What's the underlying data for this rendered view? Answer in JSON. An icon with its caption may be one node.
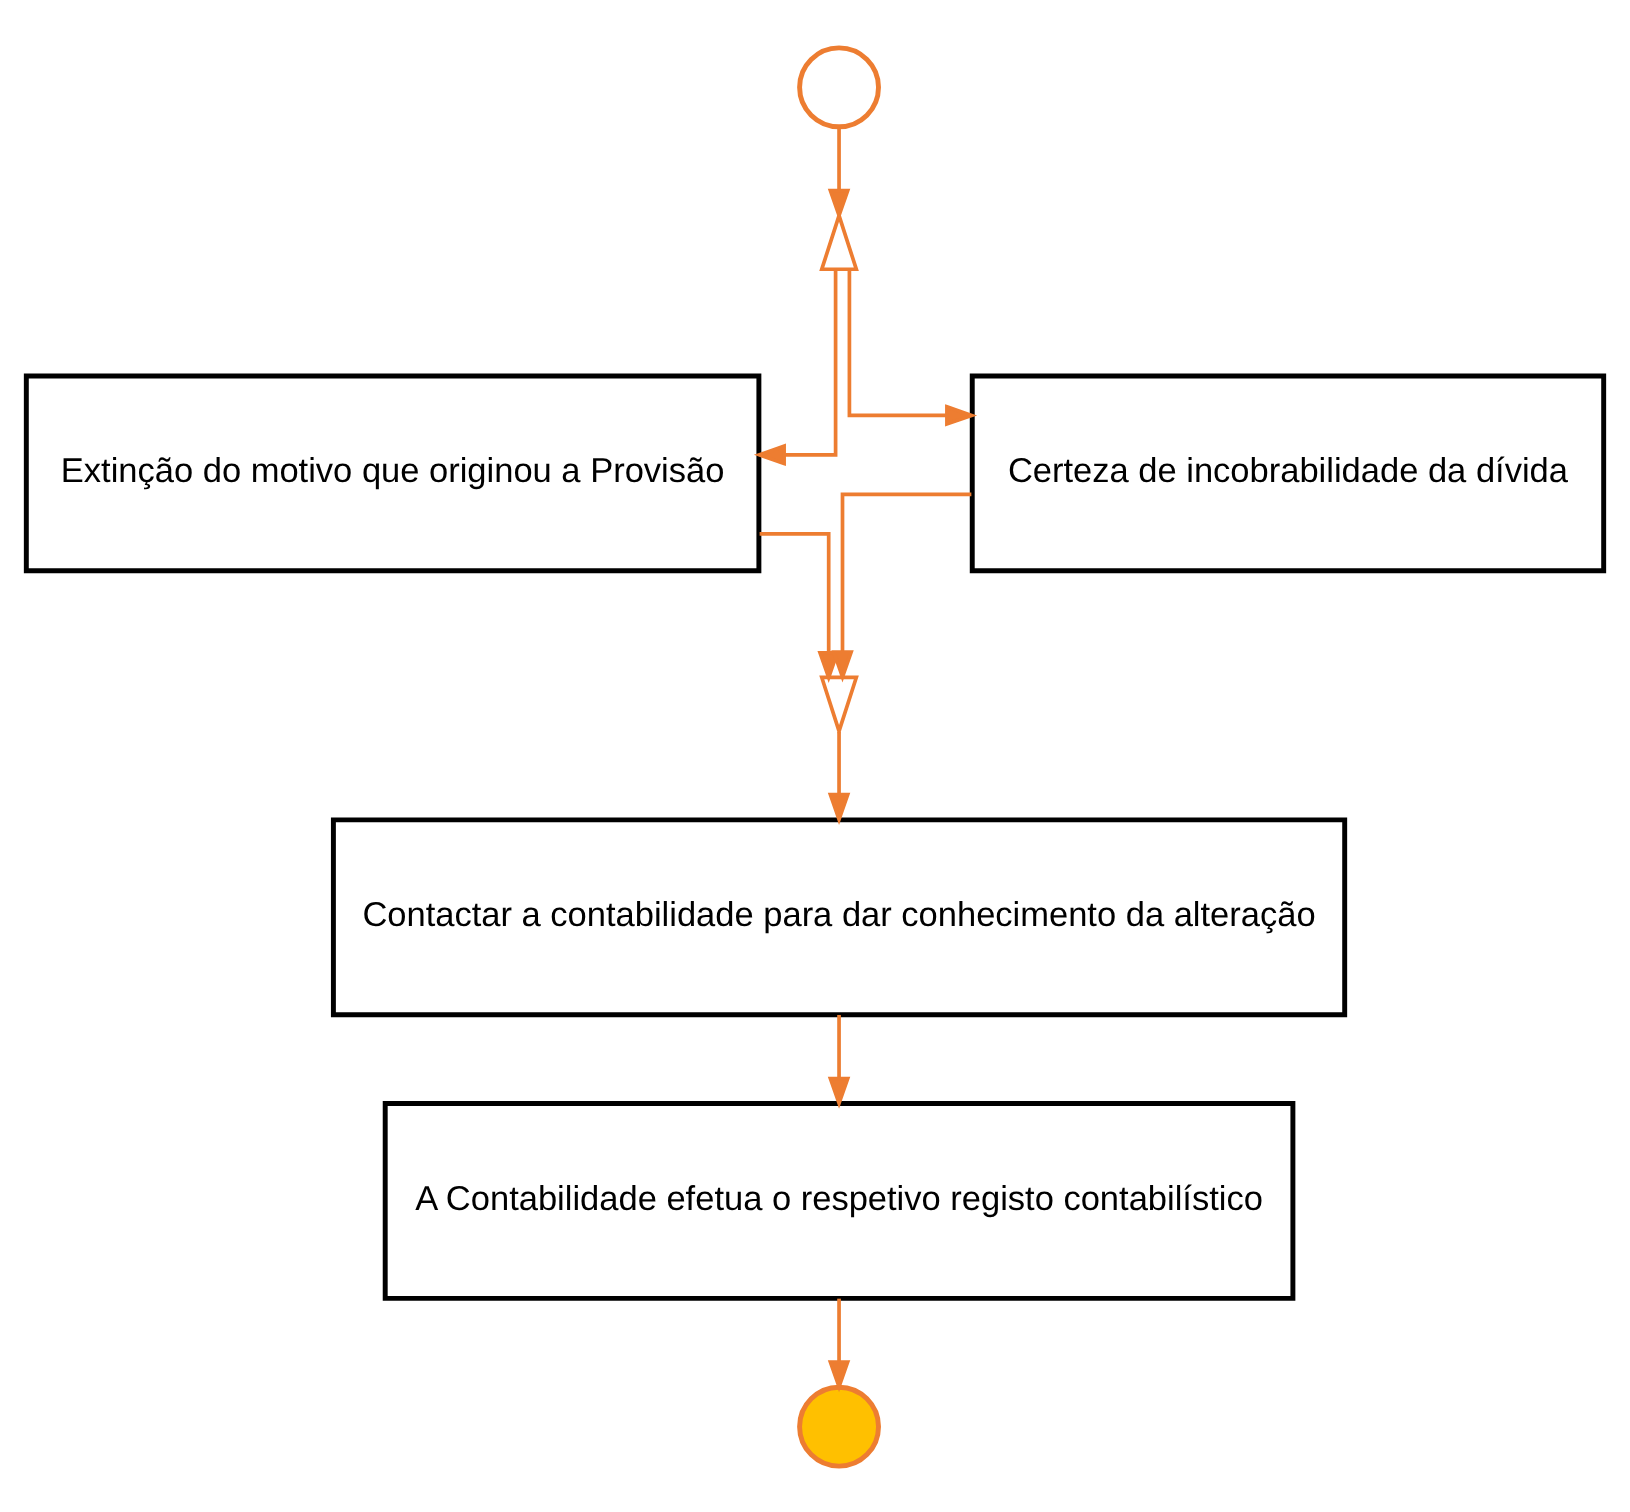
{
  "diagram": {
    "nodes": [
      {
        "text": [],
        "shape": "circle"
      },
      {
        "text": [],
        "shape": "triangle"
      },
      {
        "text": [
          "Extinção do motivo que originou a Provisão"
        ]
      },
      {
        "text": [
          "Certeza de incobrabilidade da dívida"
        ]
      },
      {
        "text": [],
        "shape": "triangle"
      },
      {
        "text": [
          "Contactar a contabilidade para dar conhecimento da alteração"
        ]
      },
      {
        "text": [
          "A Contabilidade efetua o respetivo registo contabilístico"
        ]
      },
      {
        "text": [],
        "shape": "circle"
      }
    ],
    "edges": [
      {
        "from": 0,
        "to": 1,
        "arrow": "to"
      },
      {
        "from": 1,
        "to": 2,
        "arrow": "to"
      },
      {
        "from": 1,
        "to": 3,
        "arrow": "to"
      },
      {
        "from": 2,
        "to": 4,
        "arrow": "to"
      },
      {
        "from": 3,
        "to": 4,
        "arrow": "to"
      },
      {
        "from": 4,
        "to": 5,
        "arrow": "to"
      },
      {
        "from": 5,
        "to": 6,
        "arrow": "to"
      },
      {
        "from": 6,
        "to": 7,
        "arrow": "to"
      }
    ]
  }
}
